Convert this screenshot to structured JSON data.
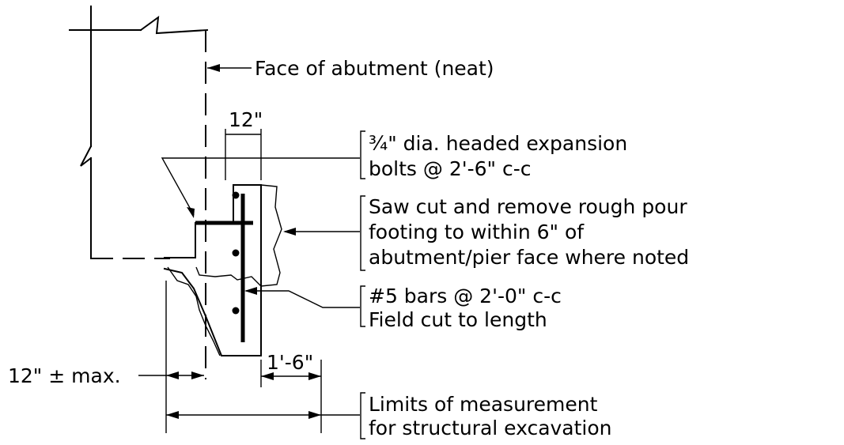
{
  "labels": {
    "face_of_abutment": "Face of abutment (neat)",
    "dim_12in_top": "12\"",
    "bolts_line1": "¾\" dia. headed expansion",
    "bolts_line2": "bolts @ 2'-6\" c-c",
    "saw_line1": "Saw cut and remove rough pour",
    "saw_line2": "footing to within 6\" of",
    "saw_line3": "abutment/pier face where noted",
    "bars_line1": "#5 bars @ 2'-0\" c-c",
    "bars_line2": "Field cut to length",
    "dim_12in_max": "12\" ± max.",
    "dim_1ft6in": "1'-6\"",
    "limits_line1": "Limits of measurement",
    "limits_line2": "for structural excavation"
  }
}
